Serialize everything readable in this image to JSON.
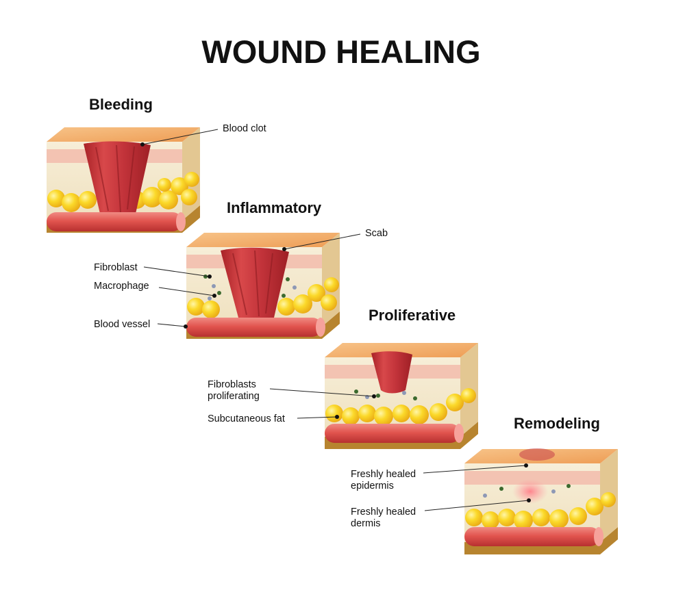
{
  "title": "WOUND HEALING",
  "stages": [
    {
      "title": "Bleeding",
      "labels": [
        "Blood clot"
      ]
    },
    {
      "title": "Inflammatory",
      "labels": [
        "Scab",
        "Fibroblast",
        "Macrophage",
        "Blood vessel"
      ]
    },
    {
      "title": "Proliferative",
      "labels": [
        "Fibroblasts",
        "proliferating",
        "Subcutaneous fat"
      ]
    },
    {
      "title": "Remodeling",
      "labels": [
        "Freshly healed",
        "epidermis",
        "Freshly healed",
        "dermis"
      ]
    }
  ],
  "colors": {
    "skin_top": "#f4b36a",
    "epidermis": "#f6c9b9",
    "dermis": "#f4ead3",
    "fat": "#f7cf1b",
    "vessel": "#e45b55",
    "wound": "#c8383a",
    "base": "#c08a3c"
  }
}
